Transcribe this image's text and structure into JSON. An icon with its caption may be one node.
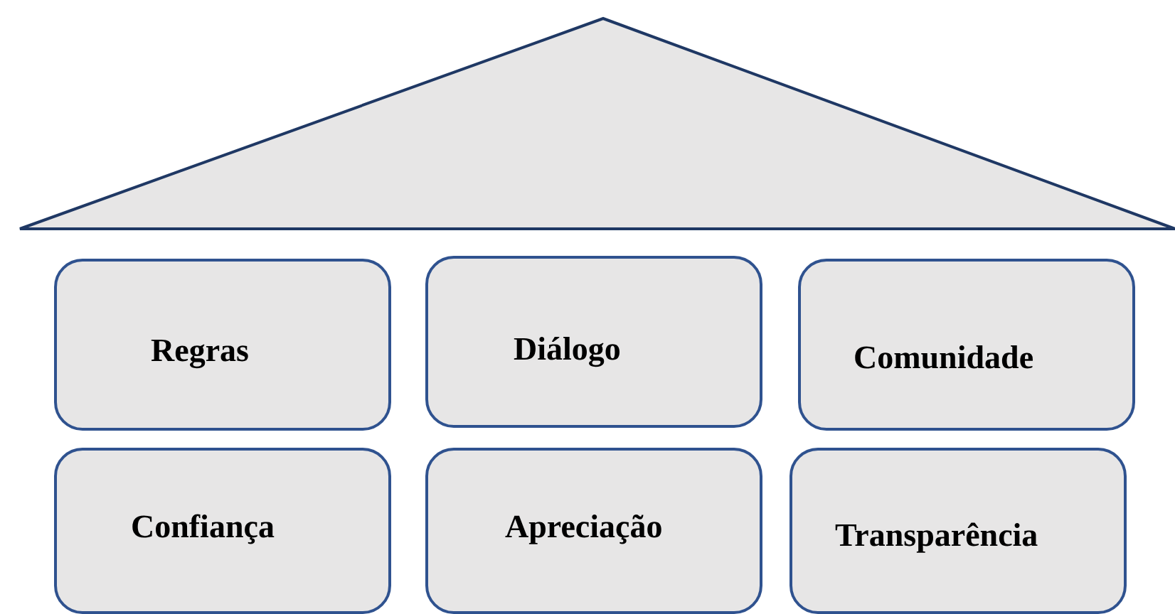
{
  "diagram": {
    "nodes": [
      {
        "text": [
          "Regras"
        ]
      },
      {
        "text": [
          "Diálogo"
        ]
      },
      {
        "text": [
          "Comunidade"
        ]
      },
      {
        "text": [
          "Confiança"
        ]
      },
      {
        "text": [
          "Apreciação"
        ]
      },
      {
        "text": [
          "Transparência"
        ]
      }
    ]
  }
}
